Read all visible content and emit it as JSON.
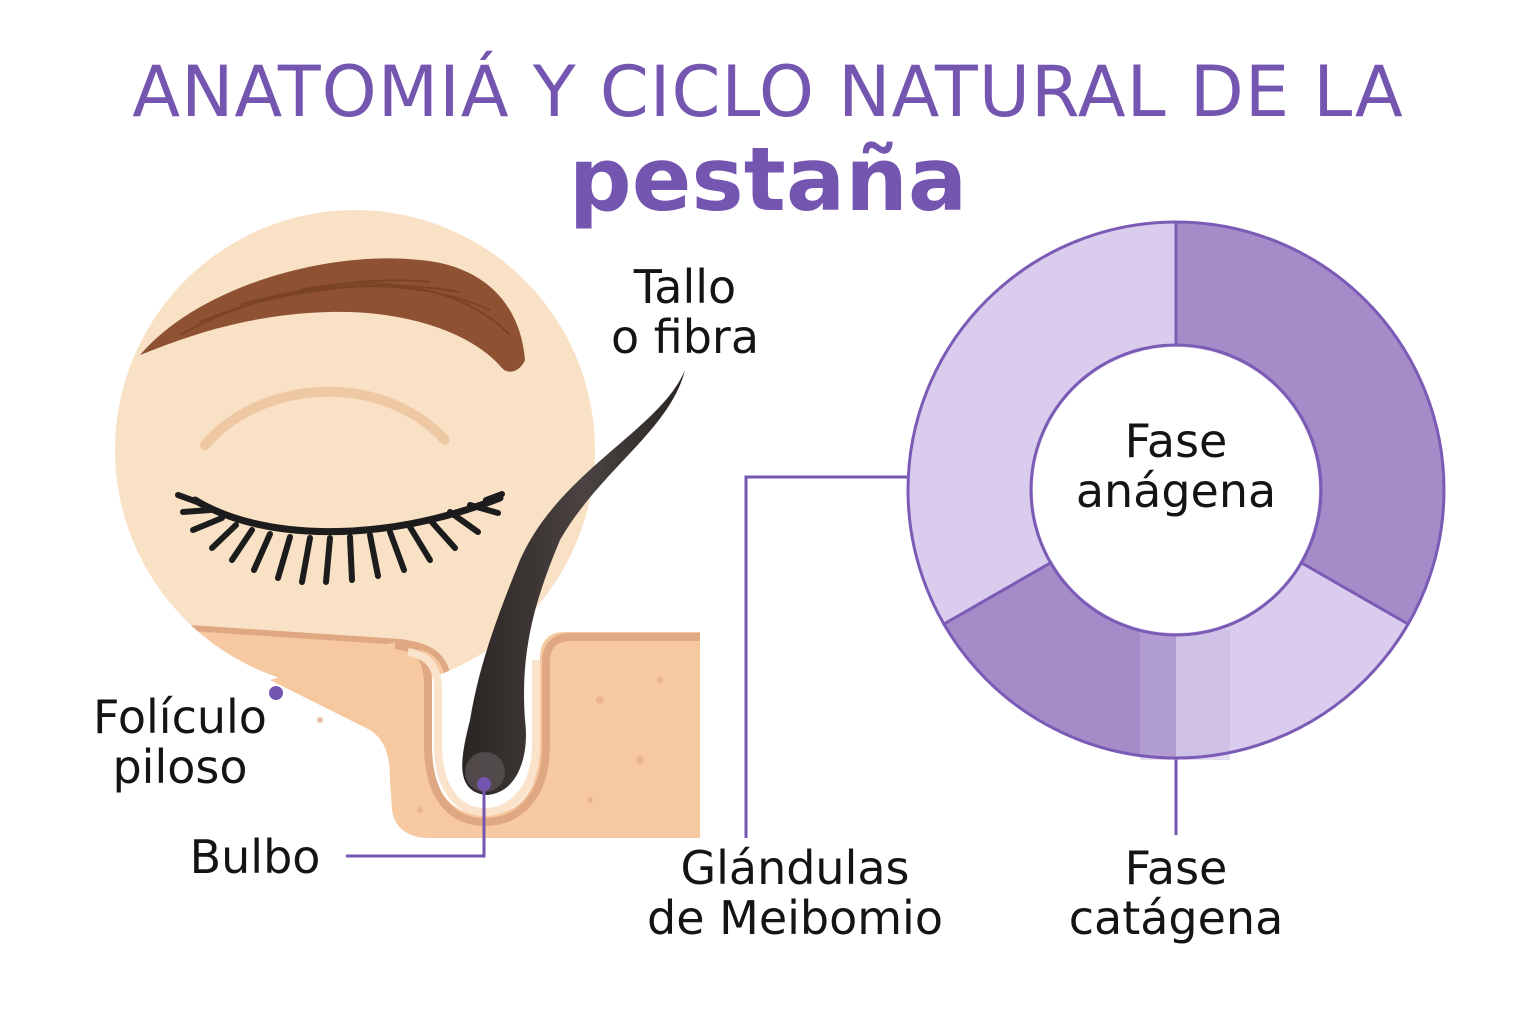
{
  "title": {
    "line1": "ANATOMIÁ Y CICLO NATURAL DE LA",
    "line2": "pestaña"
  },
  "labels": {
    "tallo": [
      "Tallo",
      "o fibra"
    ],
    "foliculo": [
      "Folículo",
      "piloso"
    ],
    "bulbo": "Bulbo",
    "glandulas": [
      "Glándulas",
      "de Meibomio"
    ],
    "fase_anagena": [
      "Fase",
      "anágena"
    ],
    "fase_catagena": [
      "Fase",
      "catágena"
    ]
  },
  "colors": {
    "accent": "#7455b0",
    "ring_light": "#d9ccec",
    "ring_dark": "#a58cc8",
    "skin": "#f9e1c6",
    "brow": "#8e5232",
    "hair": "#3a3433"
  }
}
